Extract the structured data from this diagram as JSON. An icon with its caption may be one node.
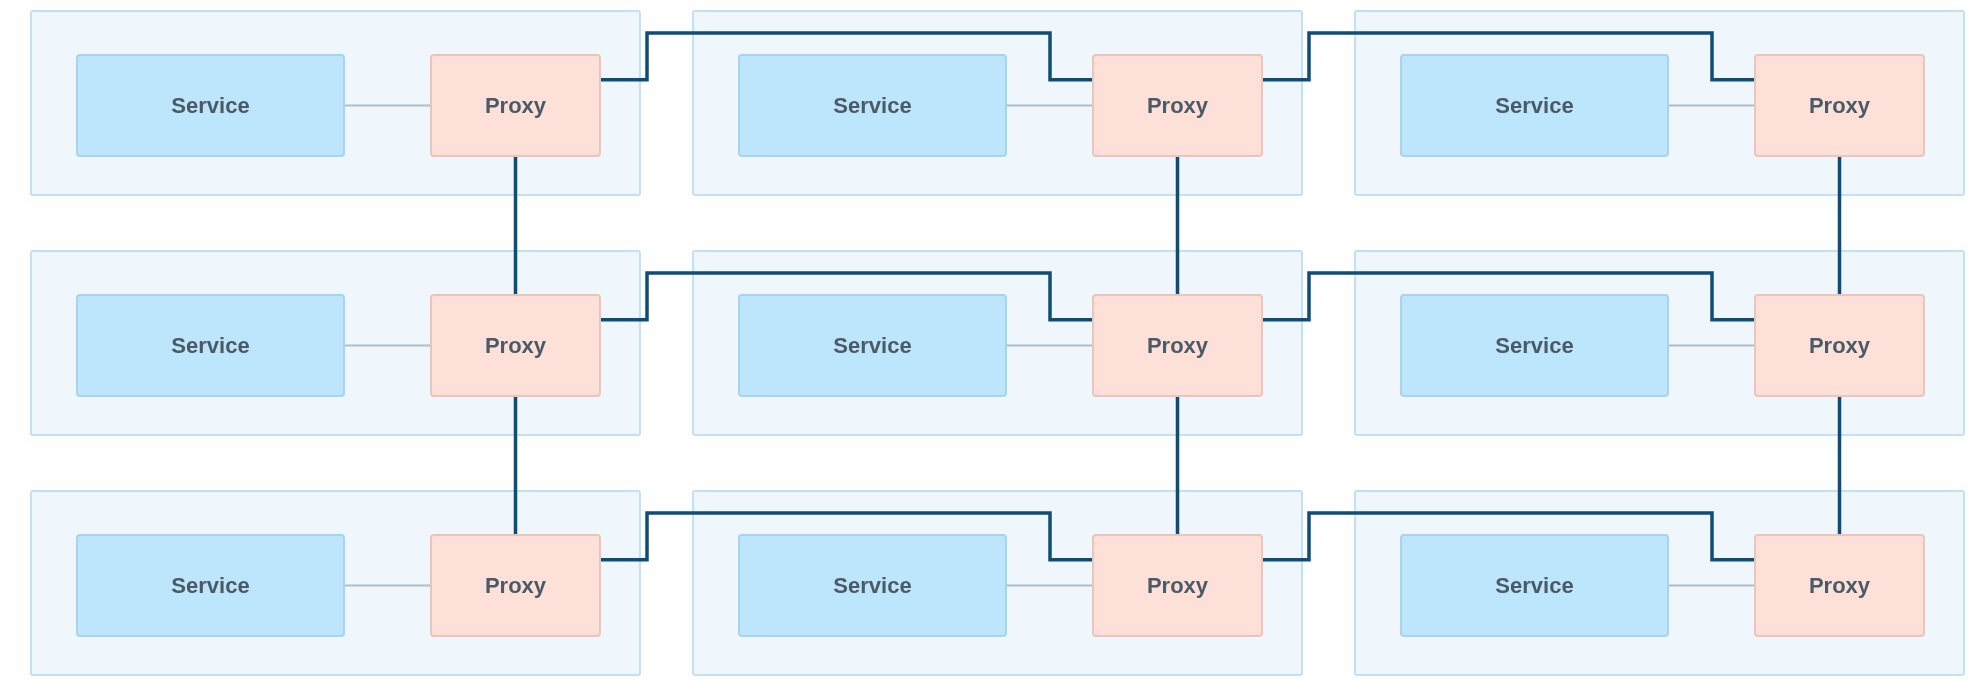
{
  "diagram": {
    "nodes": [
      {
        "text": [],
        "shape": "box"
      },
      {
        "text": [
          "Service"
        ],
        "in": 0
      },
      {
        "text": [
          "Proxy"
        ],
        "in": 0
      },
      {
        "text": [],
        "shape": "box"
      },
      {
        "text": [
          "Service"
        ],
        "in": 3
      },
      {
        "text": [
          "Proxy"
        ],
        "in": 3
      },
      {
        "text": [],
        "shape": "box"
      },
      {
        "text": [
          "Service"
        ],
        "in": 6
      },
      {
        "text": [
          "Proxy"
        ],
        "in": 6
      },
      {
        "text": [],
        "shape": "box"
      },
      {
        "text": [
          "Service"
        ],
        "in": 9
      },
      {
        "text": [
          "Proxy"
        ],
        "in": 9
      },
      {
        "text": [],
        "shape": "box"
      },
      {
        "text": [
          "Service"
        ],
        "in": 12
      },
      {
        "text": [
          "Proxy"
        ],
        "in": 12
      },
      {
        "text": [],
        "shape": "box"
      },
      {
        "text": [
          "Service"
        ],
        "in": 15
      },
      {
        "text": [
          "Proxy"
        ],
        "in": 15
      },
      {
        "text": [],
        "shape": "box"
      },
      {
        "text": [
          "Service"
        ],
        "in": 18
      },
      {
        "text": [
          "Proxy"
        ],
        "in": 18
      },
      {
        "text": [],
        "shape": "box"
      },
      {
        "text": [
          "Service"
        ],
        "in": 21
      },
      {
        "text": [
          "Proxy"
        ],
        "in": 21
      },
      {
        "text": [],
        "shape": "box"
      },
      {
        "text": [
          "Service"
        ],
        "in": 24
      },
      {
        "text": [
          "Proxy"
        ],
        "in": 24
      }
    ],
    "edges": [
      {
        "from": 1,
        "to": 2,
        "arrow": "none",
        "color": "#b0bcc6"
      },
      {
        "from": 4,
        "to": 5,
        "arrow": "none",
        "color": "#b0bcc6"
      },
      {
        "from": 7,
        "to": 8,
        "arrow": "none",
        "color": "#b0bcc6"
      },
      {
        "from": 10,
        "to": 11,
        "arrow": "none",
        "color": "#b0bcc6"
      },
      {
        "from": 13,
        "to": 14,
        "arrow": "none",
        "color": "#b0bcc6"
      },
      {
        "from": 16,
        "to": 17,
        "arrow": "none",
        "color": "#b0bcc6"
      },
      {
        "from": 19,
        "to": 20,
        "arrow": "none",
        "color": "#b0bcc6"
      },
      {
        "from": 22,
        "to": 23,
        "arrow": "none",
        "color": "#b0bcc6"
      },
      {
        "from": 25,
        "to": 26,
        "arrow": "none",
        "color": "#b0bcc6"
      },
      {
        "from": 2,
        "to": 5,
        "arrow": "none"
      },
      {
        "from": 5,
        "to": 8,
        "arrow": "none"
      },
      {
        "from": 11,
        "to": 14,
        "arrow": "none"
      },
      {
        "from": 14,
        "to": 17,
        "arrow": "none"
      },
      {
        "from": 20,
        "to": 23,
        "arrow": "none"
      },
      {
        "from": 23,
        "to": 26,
        "arrow": "none"
      },
      {
        "from": 2,
        "to": 11,
        "arrow": "none"
      },
      {
        "from": 11,
        "to": 20,
        "arrow": "none"
      },
      {
        "from": 5,
        "to": 14,
        "arrow": "none"
      },
      {
        "from": 14,
        "to": 23,
        "arrow": "none"
      },
      {
        "from": 8,
        "to": 17,
        "arrow": "none"
      },
      {
        "from": 17,
        "to": 26,
        "arrow": "none"
      }
    ]
  }
}
